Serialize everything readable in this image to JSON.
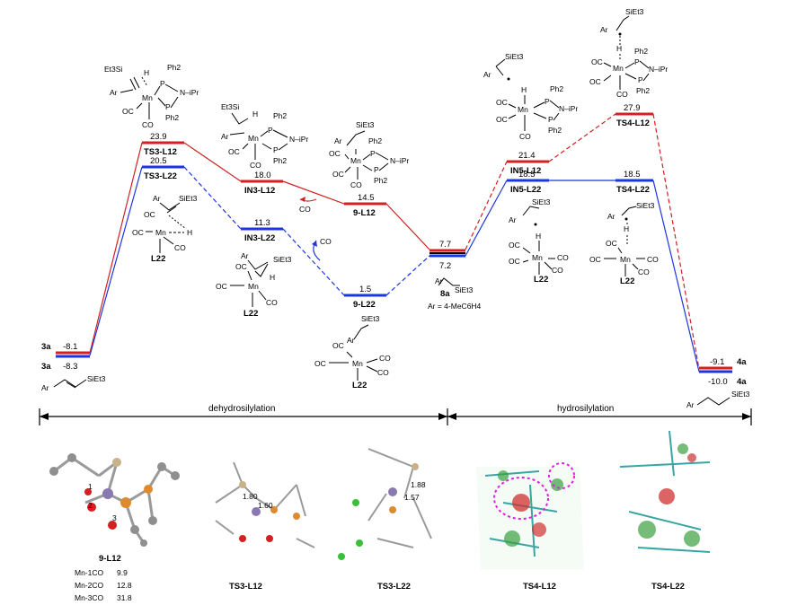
{
  "levels": {
    "3a": {
      "label": "3a",
      "l12": "-8.1",
      "l22": "-8.3"
    },
    "ts3": {
      "l12_label": "TS3-L12",
      "l12": "23.9",
      "l22_label": "TS3-L22",
      "l22": "20.5"
    },
    "in3": {
      "l12": "18.0",
      "l12_label": "IN3-L12",
      "l22": "11.3",
      "l22_label": "IN3-L22"
    },
    "nine": {
      "l12": "14.5",
      "l12_label": "9-L12",
      "l22": "1.5",
      "l22_label": "9-L22"
    },
    "eight": {
      "top": "7.7",
      "bottom": "7.2",
      "label": "8a",
      "ar_def": "Ar = 4-MeC6H4"
    },
    "in5": {
      "l12": "21.4",
      "l12_label": "IN5-L12",
      "l22": "18.5",
      "l22_label": "IN5-L22"
    },
    "ts4": {
      "l12": "27.9",
      "l12_label": "TS4-L12",
      "l22": "18.5",
      "l22_label": "TS4-L22"
    },
    "4a": {
      "label": "4a",
      "l12": "-9.1",
      "l22": "-10.0"
    }
  },
  "chem": {
    "siet3": "SiEt3",
    "et3si": "Et3Si",
    "ar": "Ar",
    "mn": "Mn",
    "oc": "OC",
    "co": "CO",
    "ph2": "Ph2",
    "p": "P",
    "n_ipr": "N–iPr",
    "h": "H",
    "l22": "L22"
  },
  "sections": {
    "left": "dehydrosilylation",
    "right": "hydrosilylation"
  },
  "bottom": {
    "captions": [
      "9-L12",
      "TS3-L12",
      "TS3-L22",
      "TS4-L12",
      "TS4-L22"
    ],
    "bond_labels": {
      "m1": "1",
      "m2": "2",
      "m3": "3",
      "ts3a": "1.80",
      "ts3b": "1.60",
      "ts3c": "1.88",
      "ts3d": "1.57"
    },
    "table": [
      {
        "label": "Mn-1CO",
        "value": "9.9"
      },
      {
        "label": "Mn-2CO",
        "value": "12.8"
      },
      {
        "label": "Mn-3CO",
        "value": "31.8"
      }
    ]
  },
  "colors": {
    "l12": "#d42020",
    "l22": "#1d35e0"
  }
}
